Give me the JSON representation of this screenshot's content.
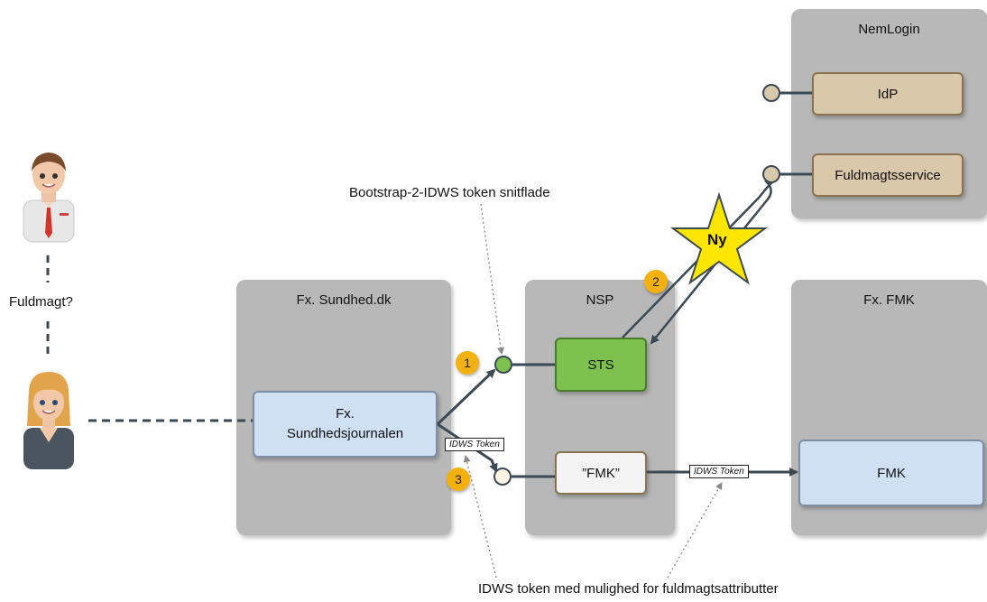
{
  "zones": {
    "nemlogin": "NemLogin",
    "sundhed": "Fx. Sundhed.dk",
    "nsp": "NSP",
    "fmk_zone": "Fx. FMK"
  },
  "boxes": {
    "idp": "IdP",
    "fuldmagtsservice": "Fuldmagtsservice",
    "sts": "STS",
    "fmk_proxy": "”FMK”",
    "fmk": "FMK",
    "sundhedsjournalen_line1": "Fx.",
    "sundhedsjournalen_line2": "Sundhedsjournalen"
  },
  "labels": {
    "bootstrap": "Bootstrap-2-IDWS token snitflade",
    "fuldmagt": "Fuldmagt?",
    "idws_bottom": "IDWS token med mulighed for fuldmagtsattributter",
    "star": "Ny"
  },
  "tokens": {
    "token1": "IDWS Token",
    "token2": "IDWS Token"
  },
  "badges": {
    "one": "1",
    "two": "2",
    "three": "3"
  },
  "colors": {
    "zone": "#b8b8b8",
    "tan": "#d9c8a9",
    "green": "#7dc24e",
    "blue": "#cfe0f3",
    "badge": "#f2b10f",
    "star": "#ffe600",
    "connector": "#3b4a55"
  }
}
